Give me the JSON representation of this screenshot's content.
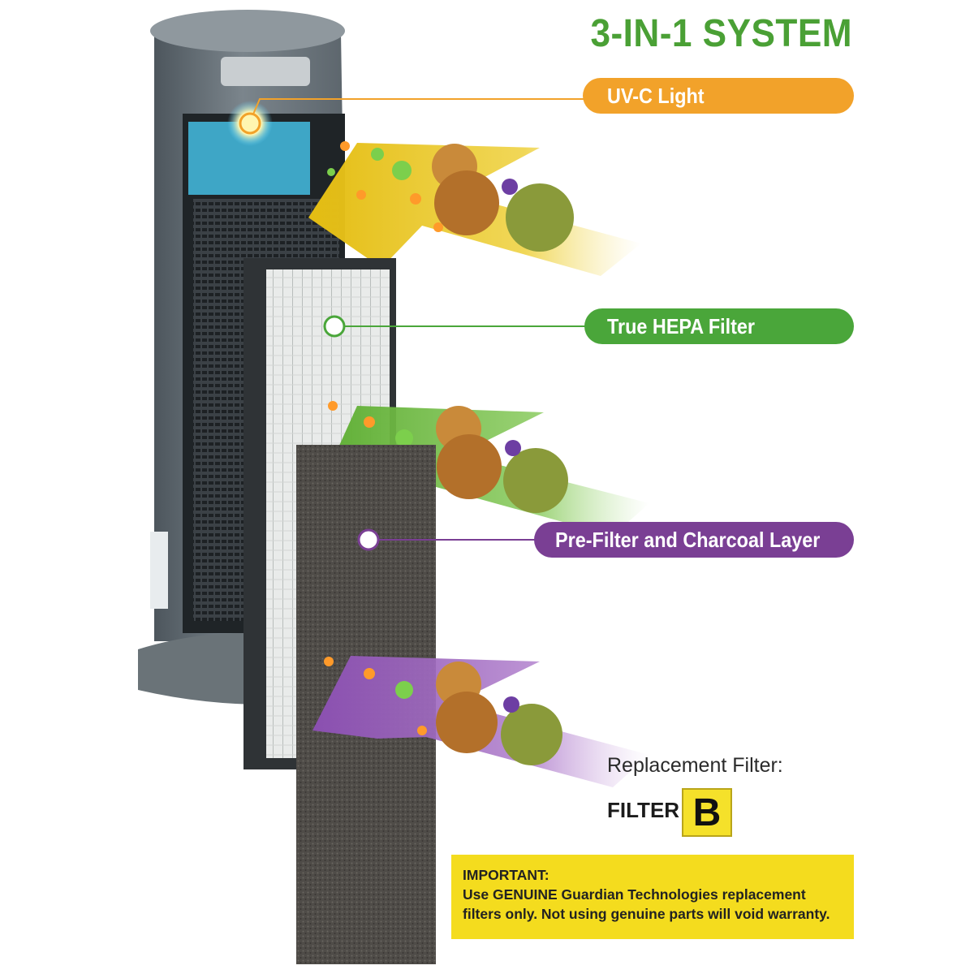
{
  "header": {
    "title": "3-IN-1 SYSTEM"
  },
  "callouts": [
    {
      "label": "UV-C Light",
      "color": "#f2a22a"
    },
    {
      "label": "True HEPA Filter",
      "color": "#4aa63a"
    },
    {
      "label": "Pre-Filter and Charcoal Layer",
      "color": "#7a3f94"
    }
  ],
  "replacement": {
    "label": "Replacement Filter:",
    "filter_word": "FILTER",
    "filter_letter": "B",
    "badge_color": "#f5e12a"
  },
  "notice": {
    "heading": "IMPORTANT:",
    "line1": "Use GENUINE Guardian Technologies replacement",
    "line2": "filters only. Not using genuine parts will void warranty.",
    "background": "#f4dc1e"
  }
}
